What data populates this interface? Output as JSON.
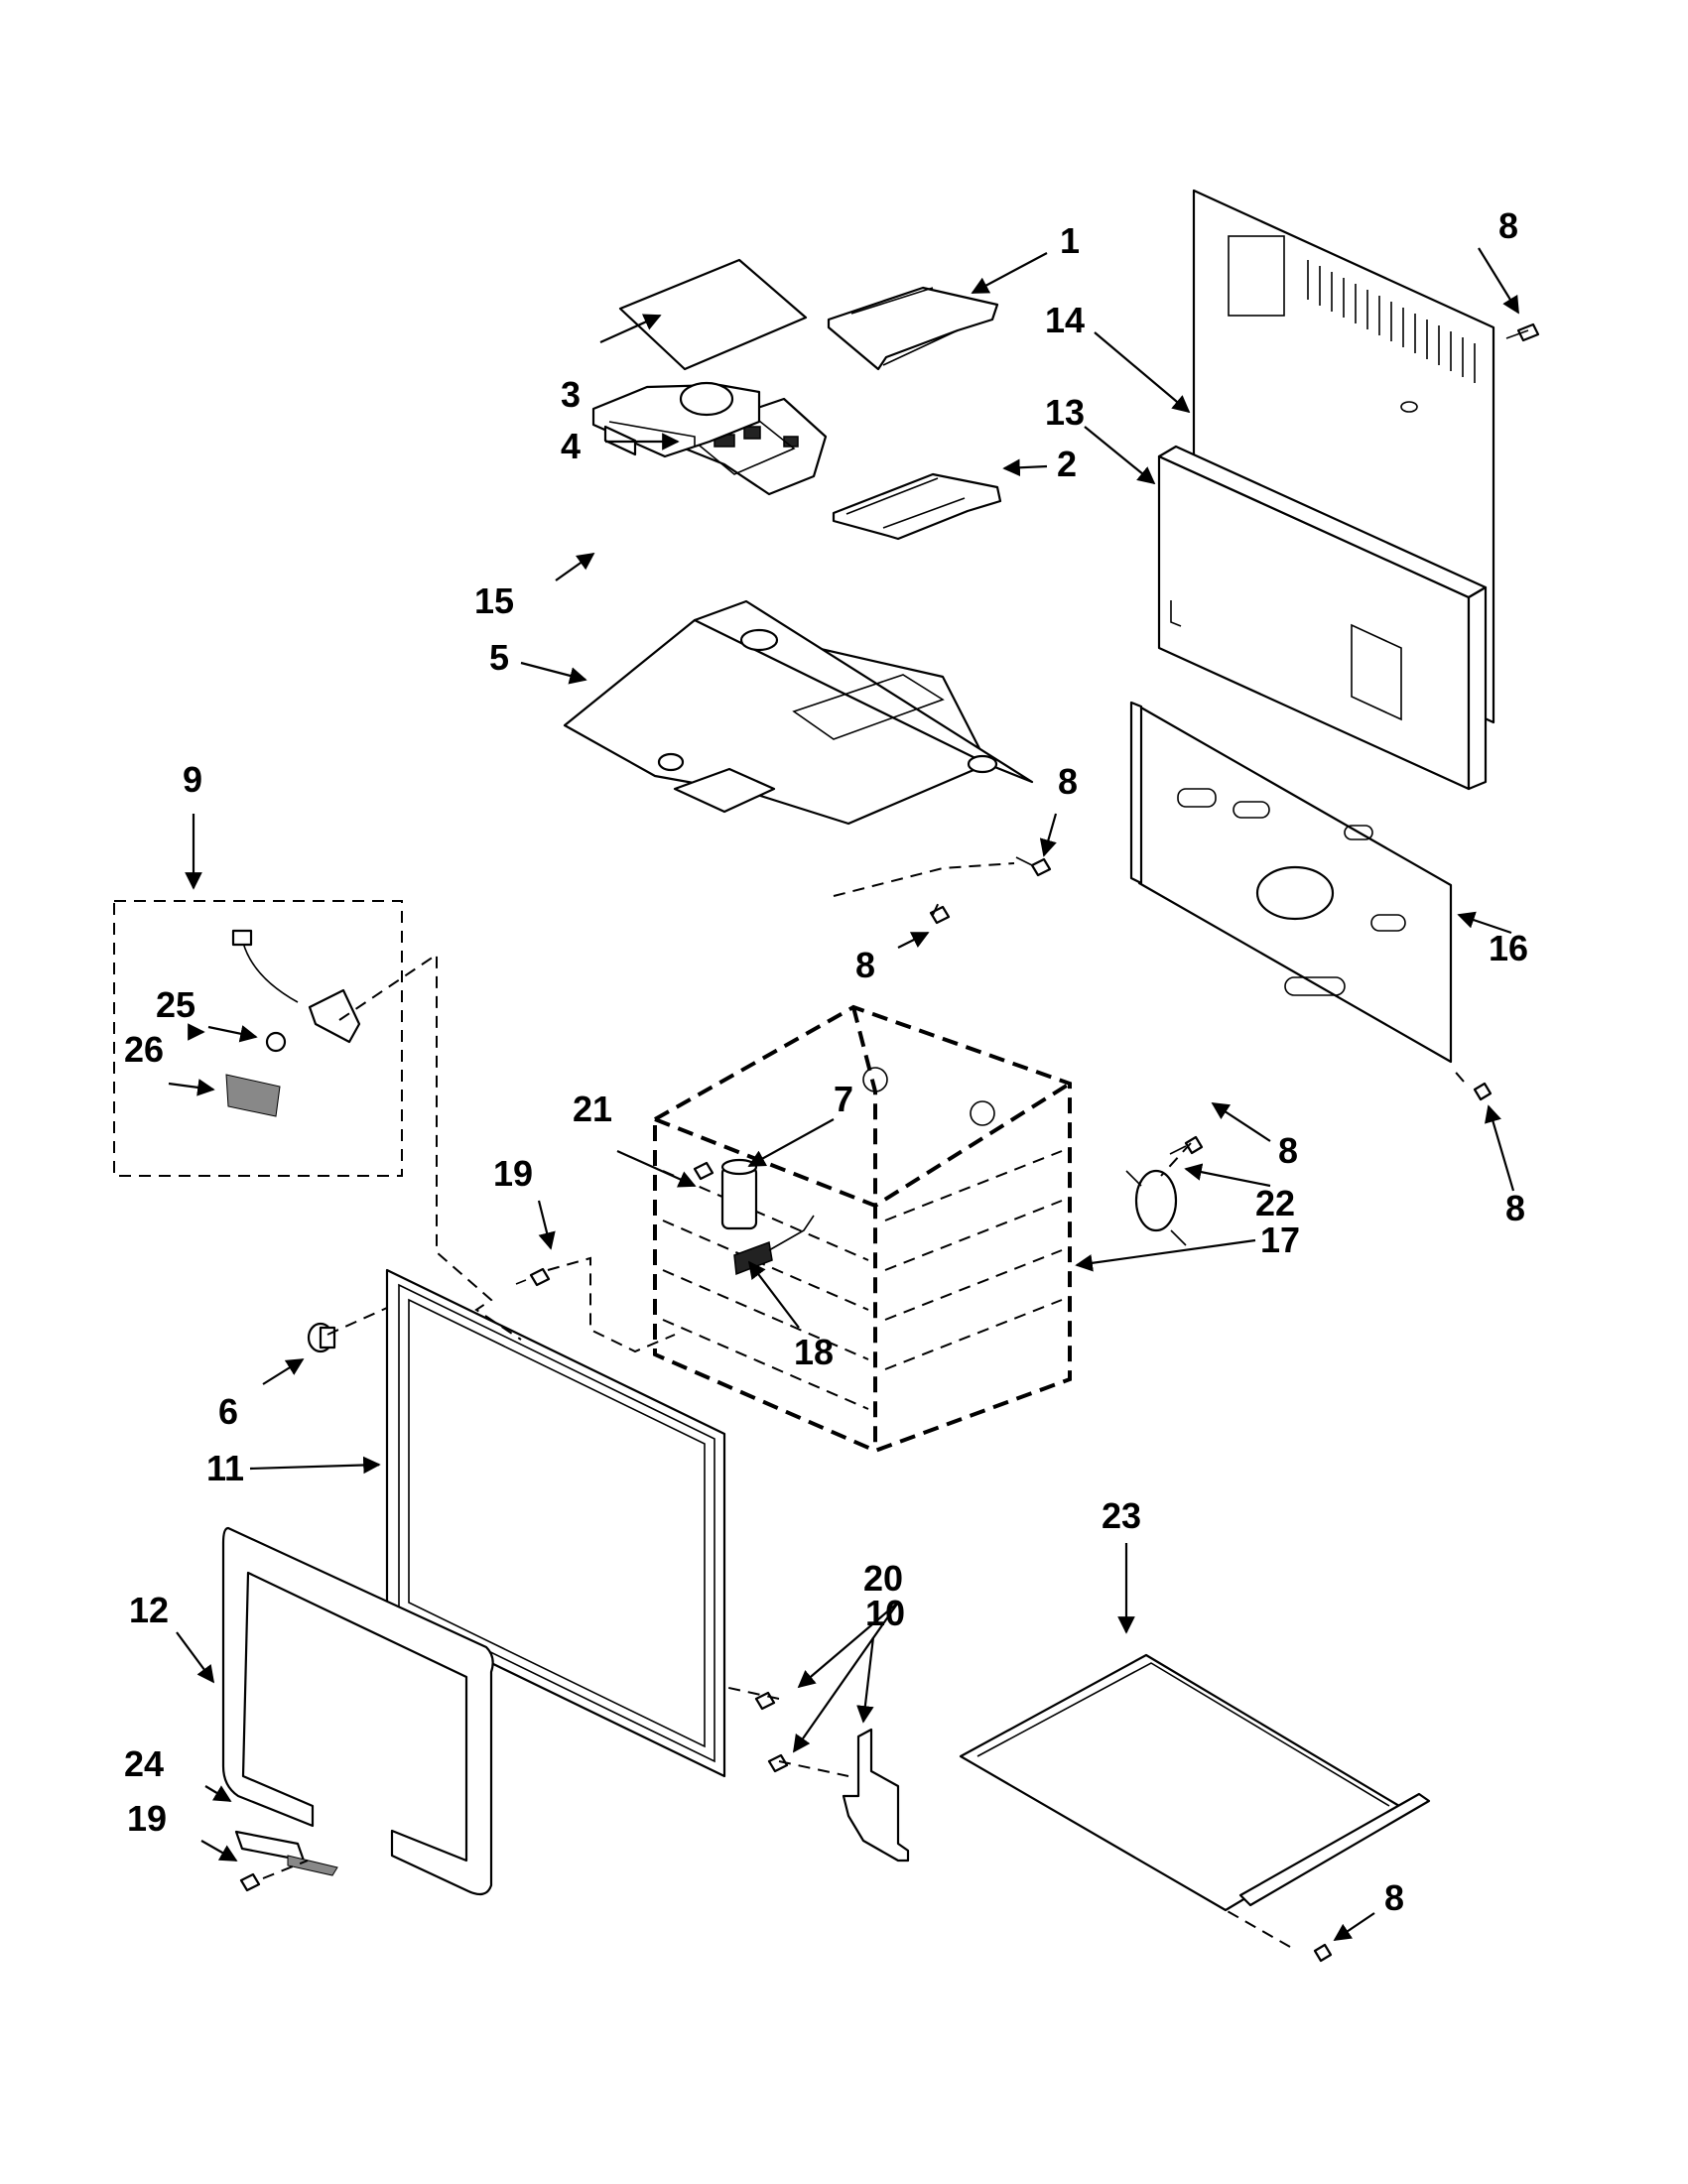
{
  "callouts": {
    "c1": "1",
    "c2": "2",
    "c3": "3",
    "c4": "4",
    "c5": "5",
    "c6": "6",
    "c7": "7",
    "c8a": "8",
    "c8b": "8",
    "c8c": "8",
    "c8d": "8",
    "c8e": "8",
    "c8f": "8",
    "c9": "9",
    "c10": "10",
    "c11": "11",
    "c12": "12",
    "c13": "13",
    "c14": "14",
    "c15": "15",
    "c16": "16",
    "c17": "17",
    "c18": "18",
    "c19a": "19",
    "c19b": "19",
    "c20": "20",
    "c21": "21",
    "c22": "22",
    "c23": "23",
    "c24": "24",
    "c25": "25",
    "c26": "26"
  }
}
